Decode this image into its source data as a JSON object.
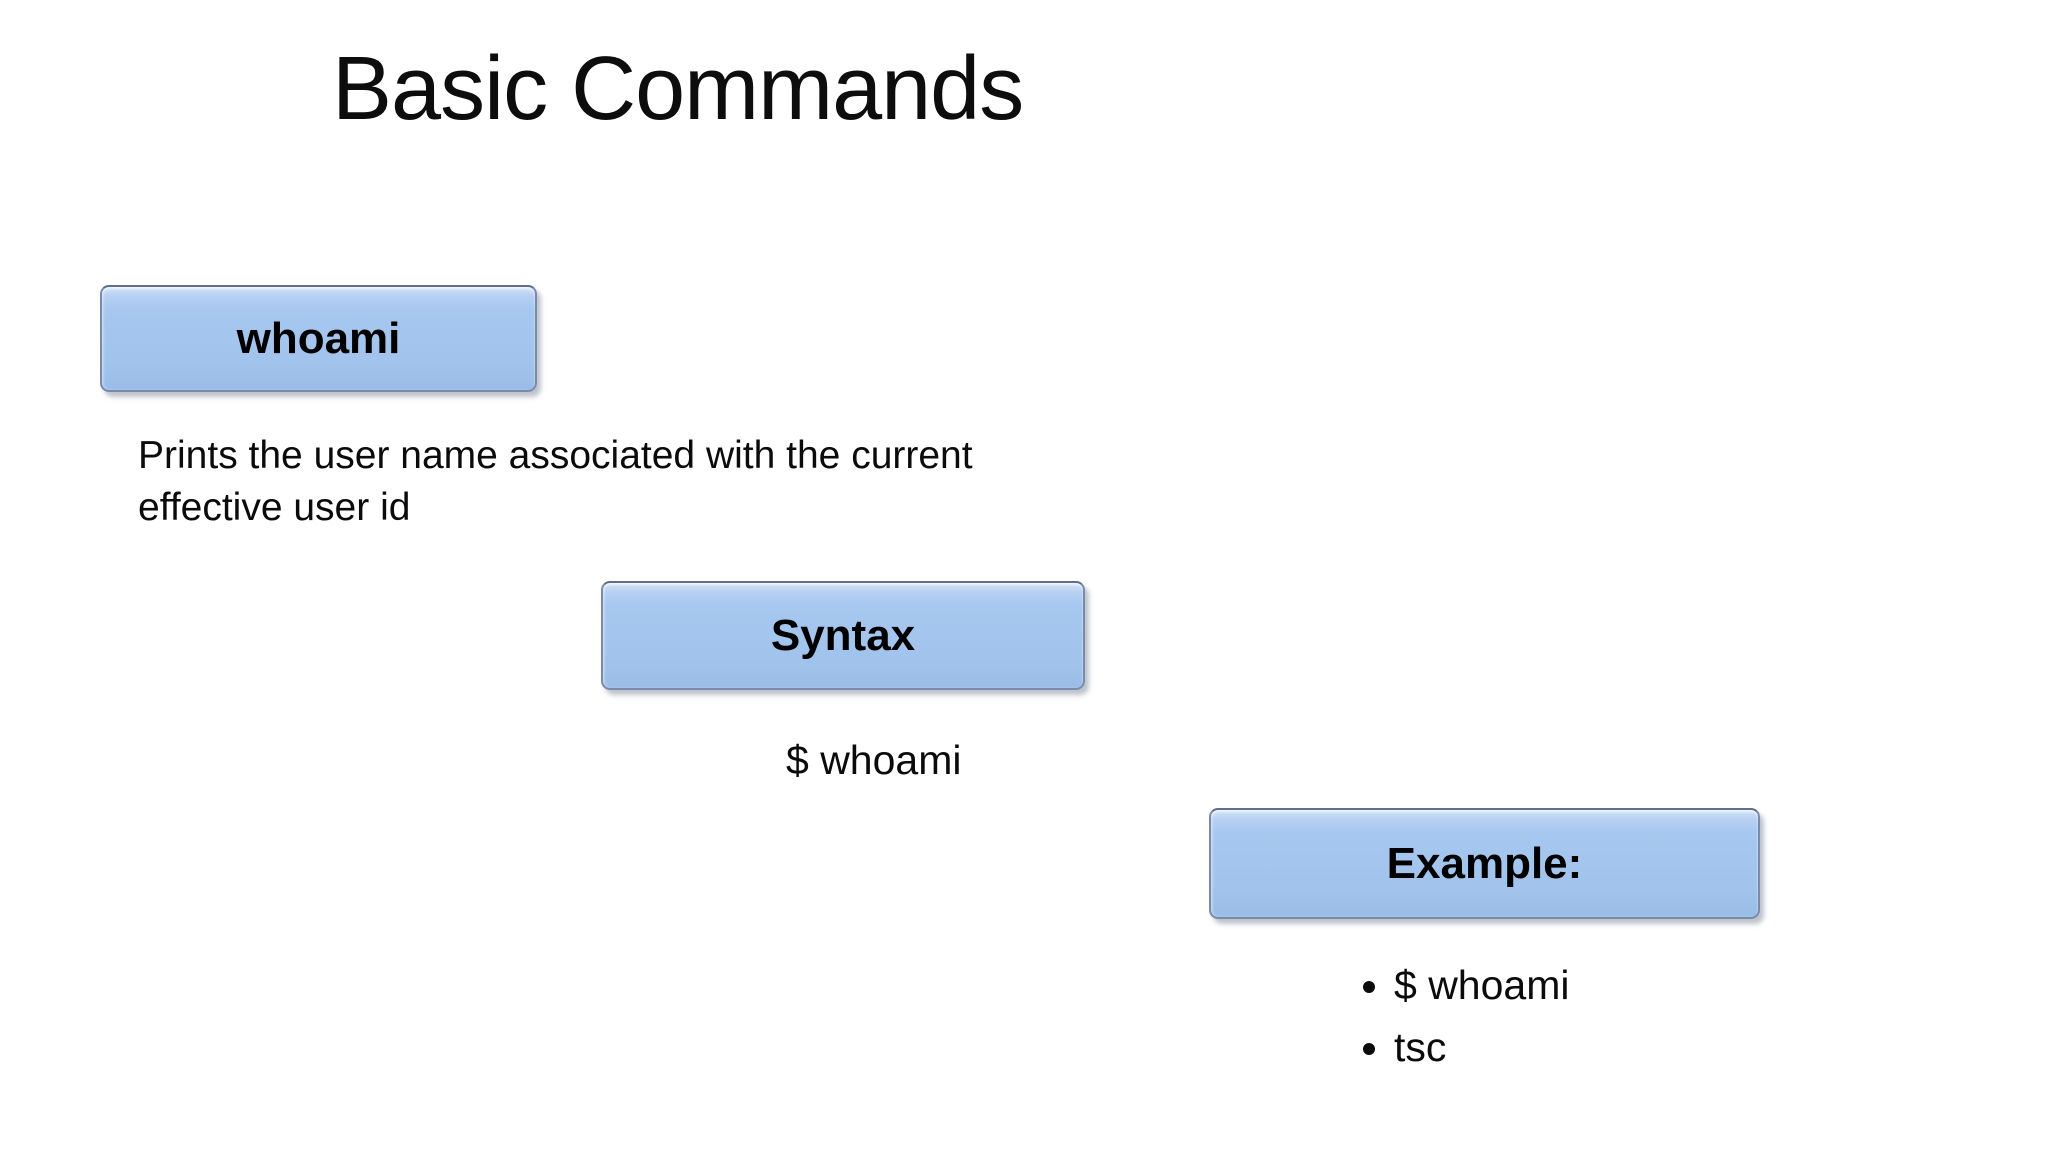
{
  "slide": {
    "title": "Basic Commands",
    "whoami": {
      "label": "whoami",
      "description": "Prints the user name associated with the current effective user id"
    },
    "syntax": {
      "label": "Syntax",
      "command": "$ whoami"
    },
    "example": {
      "label": "Example:",
      "items": [
        "$ whoami",
        "tsc"
      ]
    },
    "colors": {
      "background": "#ffffff",
      "text": "#000000",
      "box_fill": "#a2c4ec",
      "box_highlight": "#d2e2f8",
      "box_border": "#7b8aa9"
    }
  }
}
